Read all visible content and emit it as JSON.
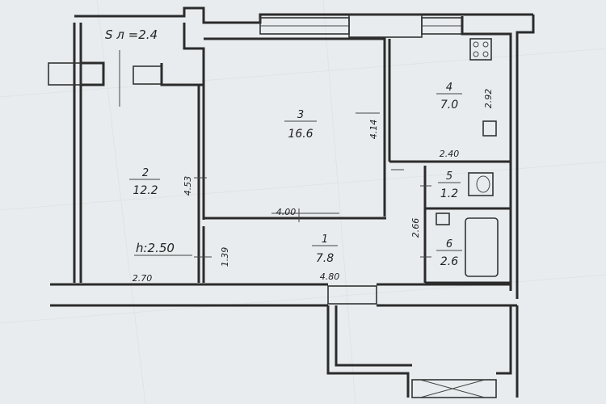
{
  "plan": {
    "balcony_area": "S л =2.4",
    "ceiling_height": "h:2.50",
    "rooms": [
      {
        "number": "1",
        "area": "7.8"
      },
      {
        "number": "2",
        "area": "12.2"
      },
      {
        "number": "3",
        "area": "16.6"
      },
      {
        "number": "4",
        "area": "7.0"
      },
      {
        "number": "5",
        "area": "1.2"
      },
      {
        "number": "6",
        "area": "2.6"
      }
    ],
    "dimensions": {
      "d_4_53": "4.53",
      "d_4_14": "4.14",
      "d_2_92": "2.92",
      "d_2_40": "2.40",
      "d_4_00": "4.00",
      "d_2_66": "2.66",
      "d_1_39": "1.39",
      "d_2_70": "2.70",
      "d_4_80": "4.80"
    }
  }
}
